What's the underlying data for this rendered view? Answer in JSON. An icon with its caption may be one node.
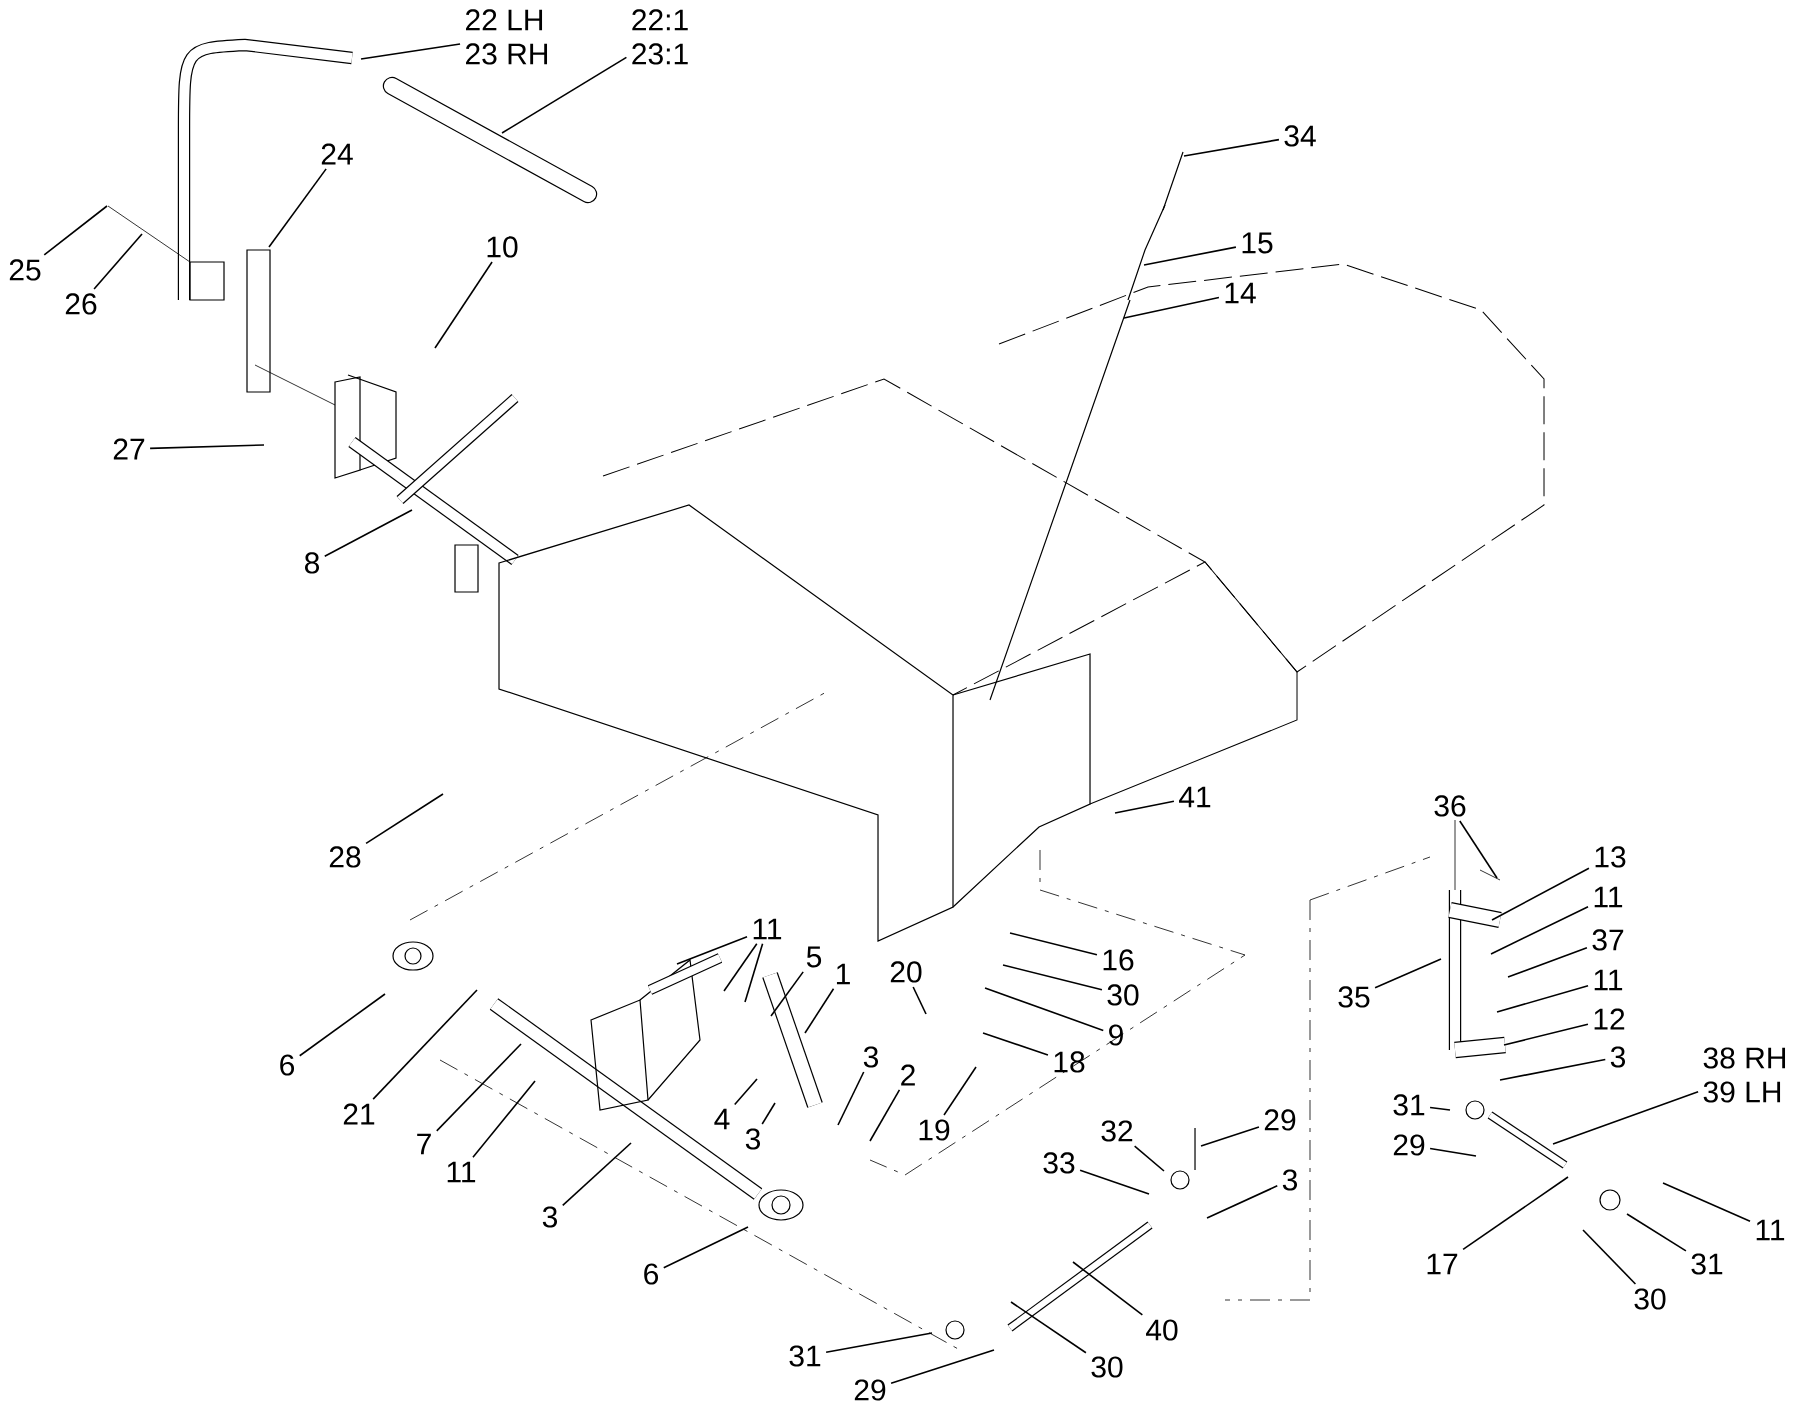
{
  "diagram": {
    "nodes": [
      {
        "text": [
          "22 LH",
          "23 RH"
        ]
      },
      {
        "text": [
          "22:1",
          "23:1"
        ]
      },
      {
        "text": [
          "34"
        ]
      },
      {
        "text": [
          "24"
        ]
      },
      {
        "text": [
          "15"
        ]
      },
      {
        "text": [
          "25"
        ]
      },
      {
        "text": [
          "10"
        ]
      },
      {
        "text": [
          "14"
        ]
      },
      {
        "text": [
          "26"
        ]
      },
      {
        "text": [
          "27"
        ]
      },
      {
        "text": [
          "8"
        ]
      },
      {
        "text": [
          "41"
        ]
      },
      {
        "text": [
          "36"
        ]
      },
      {
        "text": [
          "28"
        ]
      },
      {
        "text": [
          "13"
        ]
      },
      {
        "text": [
          "11"
        ]
      },
      {
        "text": [
          "11"
        ]
      },
      {
        "text": [
          "37"
        ]
      },
      {
        "text": [
          "5"
        ]
      },
      {
        "text": [
          "16"
        ]
      },
      {
        "text": [
          "20"
        ]
      },
      {
        "text": [
          "1"
        ]
      },
      {
        "text": [
          "11"
        ]
      },
      {
        "text": [
          "35"
        ]
      },
      {
        "text": [
          "30"
        ]
      },
      {
        "text": [
          "12"
        ]
      },
      {
        "text": [
          "9"
        ]
      },
      {
        "text": [
          "38 RH",
          "39 LH"
        ]
      },
      {
        "text": [
          "3"
        ]
      },
      {
        "text": [
          "3"
        ]
      },
      {
        "text": [
          "18"
        ]
      },
      {
        "text": [
          "6"
        ]
      },
      {
        "text": [
          "2"
        ]
      },
      {
        "text": [
          "31"
        ]
      },
      {
        "text": [
          "21"
        ]
      },
      {
        "text": [
          "4"
        ]
      },
      {
        "text": [
          "29"
        ]
      },
      {
        "text": [
          "32"
        ]
      },
      {
        "text": [
          "19"
        ]
      },
      {
        "text": [
          "3"
        ]
      },
      {
        "text": [
          "7"
        ]
      },
      {
        "text": [
          "29"
        ]
      },
      {
        "text": [
          "33"
        ]
      },
      {
        "text": [
          "11"
        ]
      },
      {
        "text": [
          "3"
        ]
      },
      {
        "text": [
          "3"
        ]
      },
      {
        "text": [
          "11"
        ]
      },
      {
        "text": [
          "17"
        ]
      },
      {
        "text": [
          "31"
        ]
      },
      {
        "text": [
          "6"
        ]
      },
      {
        "text": [
          "30"
        ]
      },
      {
        "text": [
          "40"
        ]
      },
      {
        "text": [
          "31"
        ]
      },
      {
        "text": [
          "30"
        ]
      },
      {
        "text": [
          "29"
        ]
      }
    ],
    "edges": [
      {
        "from": 0,
        "to": null,
        "arrow": "none"
      },
      {
        "from": 1,
        "to": null,
        "arrow": "none"
      },
      {
        "from": 2,
        "to": null,
        "arrow": "none"
      },
      {
        "from": 3,
        "to": null,
        "arrow": "none"
      },
      {
        "from": 4,
        "to": null,
        "arrow": "none"
      },
      {
        "from": 5,
        "to": null,
        "arrow": "none"
      },
      {
        "from": 6,
        "to": null,
        "arrow": "none"
      },
      {
        "from": 7,
        "to": null,
        "arrow": "none"
      },
      {
        "from": 8,
        "to": null,
        "arrow": "none"
      },
      {
        "from": 9,
        "to": null,
        "arrow": "none"
      },
      {
        "from": 10,
        "to": null,
        "arrow": "none"
      },
      {
        "from": 11,
        "to": null,
        "arrow": "none"
      },
      {
        "from": 12,
        "to": null,
        "arrow": "none"
      },
      {
        "from": 13,
        "to": null,
        "arrow": "none"
      },
      {
        "from": 14,
        "to": null,
        "arrow": "none"
      },
      {
        "from": 15,
        "to": null,
        "arrow": "none"
      },
      {
        "from": 16,
        "to": null,
        "arrow": "none"
      },
      {
        "from": 16,
        "to": null,
        "arrow": "none"
      },
      {
        "from": 16,
        "to": null,
        "arrow": "none"
      },
      {
        "from": 17,
        "to": null,
        "arrow": "none"
      },
      {
        "from": 18,
        "to": null,
        "arrow": "none"
      },
      {
        "from": 19,
        "to": null,
        "arrow": "none"
      },
      {
        "from": 20,
        "to": null,
        "arrow": "none"
      },
      {
        "from": 21,
        "to": null,
        "arrow": "none"
      },
      {
        "from": 22,
        "to": null,
        "arrow": "none"
      },
      {
        "from": 23,
        "to": null,
        "arrow": "none"
      },
      {
        "from": 24,
        "to": null,
        "arrow": "none"
      },
      {
        "from": 25,
        "to": null,
        "arrow": "none"
      },
      {
        "from": 26,
        "to": null,
        "arrow": "none"
      },
      {
        "from": 27,
        "to": null,
        "arrow": "none"
      },
      {
        "from": 28,
        "to": null,
        "arrow": "none"
      },
      {
        "from": 29,
        "to": null,
        "arrow": "none"
      },
      {
        "from": 30,
        "to": null,
        "arrow": "none"
      },
      {
        "from": 31,
        "to": null,
        "arrow": "none"
      },
      {
        "from": 32,
        "to": null,
        "arrow": "none"
      },
      {
        "from": 33,
        "to": null,
        "arrow": "none"
      },
      {
        "from": 34,
        "to": null,
        "arrow": "none"
      },
      {
        "from": 35,
        "to": null,
        "arrow": "none"
      },
      {
        "from": 36,
        "to": null,
        "arrow": "none"
      },
      {
        "from": 37,
        "to": null,
        "arrow": "none"
      },
      {
        "from": 38,
        "to": null,
        "arrow": "none"
      },
      {
        "from": 39,
        "to": null,
        "arrow": "none"
      },
      {
        "from": 40,
        "to": null,
        "arrow": "none"
      },
      {
        "from": 41,
        "to": null,
        "arrow": "none"
      },
      {
        "from": 42,
        "to": null,
        "arrow": "none"
      },
      {
        "from": 43,
        "to": null,
        "arrow": "none"
      },
      {
        "from": 44,
        "to": null,
        "arrow": "none"
      },
      {
        "from": 45,
        "to": null,
        "arrow": "none"
      },
      {
        "from": 46,
        "to": null,
        "arrow": "none"
      },
      {
        "from": 47,
        "to": null,
        "arrow": "none"
      },
      {
        "from": 48,
        "to": null,
        "arrow": "none"
      },
      {
        "from": 49,
        "to": null,
        "arrow": "none"
      },
      {
        "from": 50,
        "to": null,
        "arrow": "none"
      },
      {
        "from": 51,
        "to": null,
        "arrow": "none"
      },
      {
        "from": 52,
        "to": null,
        "arrow": "none"
      },
      {
        "from": 53,
        "to": null,
        "arrow": "none"
      },
      {
        "from": 54,
        "to": null,
        "arrow": "none"
      }
    ]
  }
}
